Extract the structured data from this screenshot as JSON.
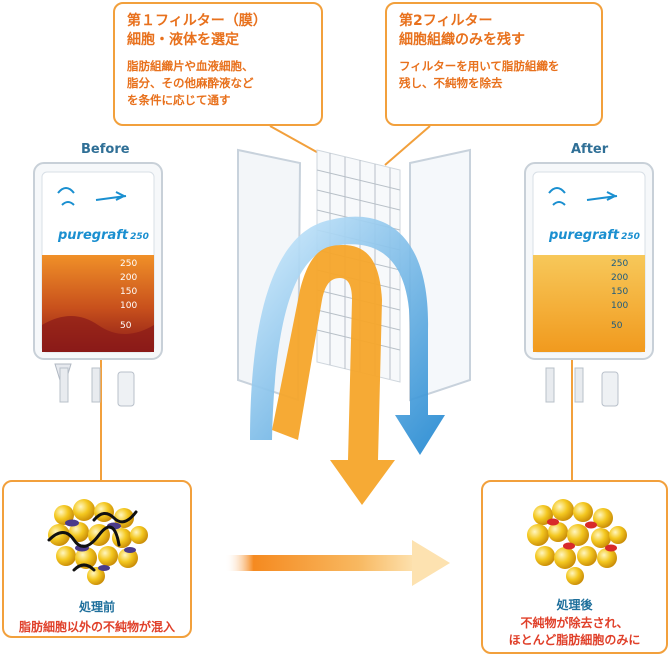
{
  "filter1": {
    "title_line1": "第１フィルター（膜）",
    "title_line2": "細胞・液体を選定",
    "desc_line1": "脂肪組織片や血液細胞、",
    "desc_line2": "脂分、その他麻酔液など",
    "desc_line3": "を条件に応じて通す"
  },
  "filter2": {
    "title_line1": "第2フィルター",
    "title_line2": "細胞組織のみを残す",
    "desc_line1": "フィルターを用いて脂肪組織を",
    "desc_line2": "残し、不純物を除去"
  },
  "before": {
    "label": "Before",
    "brand": "puregraft",
    "brand_num": "250",
    "result_title": "処理前",
    "result_text": "脂肪細胞以外の不純物が混入"
  },
  "after": {
    "label": "After",
    "brand": "puregraft",
    "brand_num": "250",
    "result_title": "処理後",
    "result_text_line1": "不純物が除去され、",
    "result_text_line2": "ほとんど脂肪細胞のみに"
  },
  "bag_scale": [
    "250",
    "200",
    "150",
    "100",
    "50"
  ],
  "colors": {
    "accent_orange": "#f2a03c",
    "text_orange": "#e8711d",
    "text_blue": "#2f6f96",
    "text_red": "#e0402a",
    "arrow_blue": "#2a93d8",
    "fat_yellow": "#f2c21c"
  }
}
